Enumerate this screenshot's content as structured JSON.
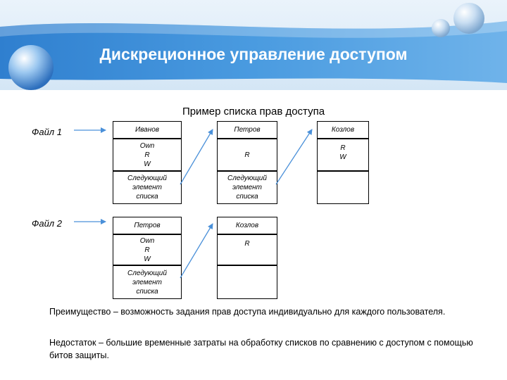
{
  "header": {
    "title": "Дискреционное управление доступом"
  },
  "diagram": {
    "subtitle": "Пример списка прав доступа",
    "files": [
      "Файл 1",
      "Файл 2"
    ],
    "list1": [
      {
        "name": "Иванов",
        "rights": "Own\nR\nW",
        "next": "Следующий\nэлемент\nсписка"
      },
      {
        "name": "Петров",
        "rights": "R",
        "next": "Следующий\nэлемент\nсписка"
      },
      {
        "name": "Козлов",
        "rights": "R\nW",
        "next": ""
      }
    ],
    "list2": [
      {
        "name": "Петров",
        "rights": "Own\nR\nW",
        "next": "Следующий\nэлемент\nсписка"
      },
      {
        "name": "Козлов",
        "rights": "R",
        "next": ""
      }
    ]
  },
  "notes": {
    "advantage": "Преимущество – возможность задания прав доступа индивидуально для каждого пользователя.",
    "disadvantage": "Недостаток – большие временные затраты на обработку списков по сравнению с доступом с помощью битов защиты."
  },
  "colors": {
    "banner": "#3f8fd6",
    "arrow": "#4a90d9"
  }
}
